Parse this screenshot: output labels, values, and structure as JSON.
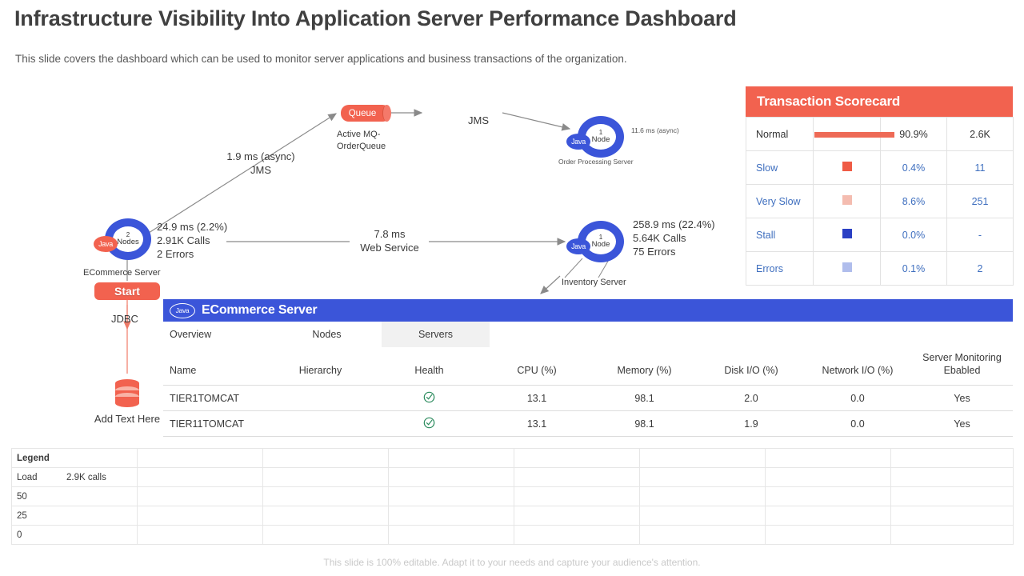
{
  "header": {
    "title": "Infrastructure Visibility Into Application Server Performance Dashboard",
    "subtitle": "This slide covers the dashboard which can be used to monitor server applications and business transactions of the organization."
  },
  "diagram": {
    "ecommerce_node": {
      "count": "2",
      "unit": "Nodes",
      "badge": "Java",
      "caption": "ECommerce Server"
    },
    "ecommerce_metrics": {
      "line1": "24.9 ms (2.2%)",
      "line2": "2.91K Calls",
      "line3": "2 Errors"
    },
    "queue": {
      "label": "Queue",
      "caption_line1": "Active MQ-",
      "caption_line2": "OrderQueue"
    },
    "jms_edge_upper": {
      "line1": "1.9 ms (async)",
      "line2": "JMS"
    },
    "jms_edge_right": "JMS",
    "order_node": {
      "count": "1",
      "unit": "Node",
      "badge": "Java",
      "caption": "Order Processing Server",
      "metric": "11.6 ms (async)"
    },
    "webservice_edge": {
      "line1": "7.8 ms",
      "line2": "Web Service"
    },
    "inventory_node": {
      "count": "1",
      "unit": "Node",
      "badge": "Java",
      "caption": "Inventory  Server"
    },
    "inventory_metrics": {
      "line1": "258.9 ms (22.4%)",
      "line2": "5.64K Calls",
      "line3": "75 Errors"
    },
    "start_button": "Start",
    "jdbc_label": "JDBC",
    "database_caption": "Add Text Here"
  },
  "scorecard": {
    "title": "Transaction Scorecard",
    "rows": [
      {
        "label": "Normal",
        "swatch": "#ee6a56",
        "type": "bar",
        "percent": "90.9%",
        "count": "2.6K"
      },
      {
        "label": "Slow",
        "swatch": "#ef5b45",
        "type": "square",
        "percent": "0.4%",
        "count": "11"
      },
      {
        "label": "Very Slow",
        "swatch": "#f4bcb0",
        "type": "square",
        "percent": "8.6%",
        "count": "251"
      },
      {
        "label": "Stall",
        "swatch": "#2a3fc4",
        "type": "square",
        "percent": "0.0%",
        "count": "-"
      },
      {
        "label": "Errors",
        "swatch": "#b0bdec",
        "type": "square",
        "percent": "0.1%",
        "count": "2"
      }
    ]
  },
  "panel": {
    "badge": "Java",
    "title": "ECommerce Server",
    "tabs": [
      {
        "label": "Overview",
        "active": false
      },
      {
        "label": "Nodes",
        "active": false
      },
      {
        "label": "Servers",
        "active": true
      }
    ],
    "columns": [
      "Name",
      "Hierarchy",
      "Health",
      "CPU (%)",
      "Memory (%)",
      "Disk I/O (%)",
      "Network I/O (%)",
      "Server Monitoring Ebabled"
    ],
    "rows": [
      {
        "name": "TIER1TOMCAT",
        "hierarchy": "",
        "health": "check",
        "cpu": "13.1",
        "memory": "98.1",
        "disk": "2.0",
        "network": "0.0",
        "monitoring": "Yes"
      },
      {
        "name": "TIER11TOMCAT",
        "hierarchy": "",
        "health": "check",
        "cpu": "13.1",
        "memory": "98.1",
        "disk": "1.9",
        "network": "0.0",
        "monitoring": "Yes"
      }
    ]
  },
  "legend": {
    "header": "Legend",
    "load_label": "Load",
    "load_value": "2.9K calls",
    "ticks": [
      "50",
      "25",
      "0"
    ],
    "empty_columns": 7
  },
  "footer": "This slide is 100% editable. Adapt it to your needs and capture your audience's attention.",
  "colors": {
    "coral": "#f2624f",
    "blue": "#3b55d9",
    "link_blue": "#3f6fbf",
    "health_green": "#2a8a5c"
  }
}
